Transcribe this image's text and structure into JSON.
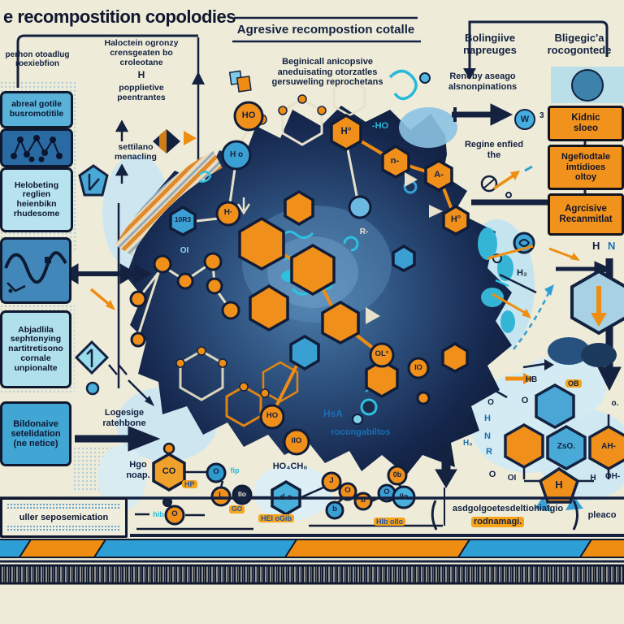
{
  "palette": {
    "cream": "#eeecd9",
    "navy": "#14213f",
    "orange": "#f0901a",
    "blue": "#3aa0d4",
    "teal": "#2ec1e0",
    "light_cyan": "#b6e3ee"
  },
  "titles": {
    "left": "e recompostition copolodies",
    "center": "Agresive recompostion cotalle",
    "sub": [
      "Beginicall anicopsive",
      "aneduisating otorzatles",
      "gersuweling reprochetans"
    ]
  },
  "left_notes": [
    "perhon otoadlug",
    "roexiebfion"
  ],
  "halo": {
    "lines": [
      "Haloctein ogronzy",
      "crensgeaten bo",
      "croleotane"
    ],
    "h": "H",
    "pop": [
      "popplietive",
      "peentrantes"
    ],
    "set": [
      "settilano",
      "menacling"
    ]
  },
  "left_boxes": {
    "b1": [
      "abreal gotile",
      "busromotitile"
    ],
    "b3": [
      "Helobeting",
      "reglien",
      "heienbikn",
      "rhudesome"
    ],
    "b5": [
      "Abjadlila",
      "sephtonying",
      "nartitretisono",
      "cornale",
      "unpionalte"
    ],
    "b6": [
      "Bildonaive",
      "setelidation",
      "(ne netice)"
    ],
    "bottom": "uller seposemication"
  },
  "mid": {
    "logesige": [
      "Logesige",
      "ratehbone"
    ],
    "hgo": [
      "Hgo",
      "noap."
    ]
  },
  "right_col": {
    "h1": [
      "Bolingiive",
      "napreuges"
    ],
    "h2": [
      "Bligegic'a",
      "rocogontede"
    ],
    "sub": [
      "Renoby aseago",
      "alsnonpinations"
    ],
    "regine": [
      "Regine enfied",
      "the"
    ],
    "box1": [
      "Kidnic",
      "sloeo"
    ],
    "box2": [
      "Ngefiodtale",
      "imtidioes",
      "oltoy"
    ],
    "box3": [
      "Agrcisive",
      "Recanmitlat"
    ],
    "w": "W",
    "three": "3",
    "h": "H",
    "n": "N",
    "h2s": "H₂",
    "h0": "H₀"
  },
  "blob": {
    "hsa": "HsA",
    "hsa2": "rocongabiltos",
    "ho1": "HO",
    "hos": "H o",
    "hdot": "H·",
    "hexblue": "10R3",
    "ho2": "HO",
    "iio": "IIO",
    "ol": "OL°",
    "io": "IO",
    "hex1": "H°",
    "hex2": "n-",
    "hex3": "A-",
    "hex4": "H°",
    "r": "R-",
    "mho": "-HO",
    "oi": "OI"
  },
  "chain": {
    "co": "CO",
    "hp": "HP",
    "o1": "O",
    "fip": "fip",
    "l": "L",
    "iio": "IIo",
    "go": "GO",
    "hib": "hib",
    "o2": "O",
    "hocho": "HO₄CH₀",
    "dhex": "d o",
    "helo": "HEl oGib",
    "j": "J",
    "o3": "O",
    "b1": "b",
    "b2": "b",
    "bb": "0b",
    "o4": "O",
    "no": "IIo",
    "hibo": "HIb oIIo"
  },
  "mol": {
    "hb": "HB",
    "ob": "OB",
    "oa": "O",
    "ol": "O",
    "odot": "o.",
    "zso": "ZsO.",
    "ah": "AH-",
    "hp": "H",
    "h": "H",
    "nn": "N",
    "r": "R",
    "oc": "O",
    "oi": "OI",
    "hs": "H",
    "ohm": "OH-"
  },
  "bottom": {
    "p1": "asdgolgoetesdeltiohiafgio",
    "p2": "rodnamagi.",
    "pleaco": "pleaco"
  }
}
